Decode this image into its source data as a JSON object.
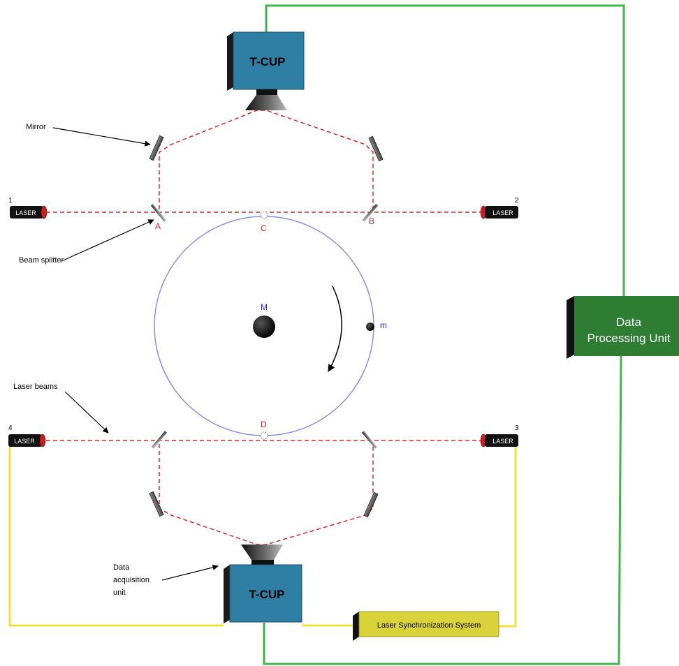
{
  "colors": {
    "tcup_front": "#2f7fa4",
    "tcup_side": "#1a1a1a",
    "dpu_front": "#2e7d32",
    "sync_front": "#d9d23a",
    "green_wire": "#3fb54a",
    "yellow_wire": "#f0e040",
    "laser_beam": "#e0262b",
    "orbit": "#8e8ee8",
    "point_label": "#d8262b",
    "mass_label": "#2a2ad0"
  },
  "detectors": {
    "top_label": "T-CUP",
    "bottom_label": "T-CUP"
  },
  "dpu": {
    "line1": "Data",
    "line2": "Processing Unit"
  },
  "sync": {
    "label": "Laser Synchronization System"
  },
  "lasers": {
    "l1": {
      "number": "1",
      "label": "LASER"
    },
    "l2": {
      "number": "2",
      "label": "LASER"
    },
    "l3": {
      "number": "3",
      "label": "LASER"
    },
    "l4": {
      "number": "4",
      "label": "LASER"
    }
  },
  "points": {
    "a": "A",
    "b": "B",
    "c": "C",
    "d": "D"
  },
  "masses": {
    "big": "M",
    "small": "m"
  },
  "annotations": {
    "mirror": "Mirror",
    "beam_splitter": "Beam splitter",
    "laser_beams": "Laser beams",
    "daq_line1": "Data",
    "daq_line2": "acquisition",
    "daq_line3": "unit"
  }
}
